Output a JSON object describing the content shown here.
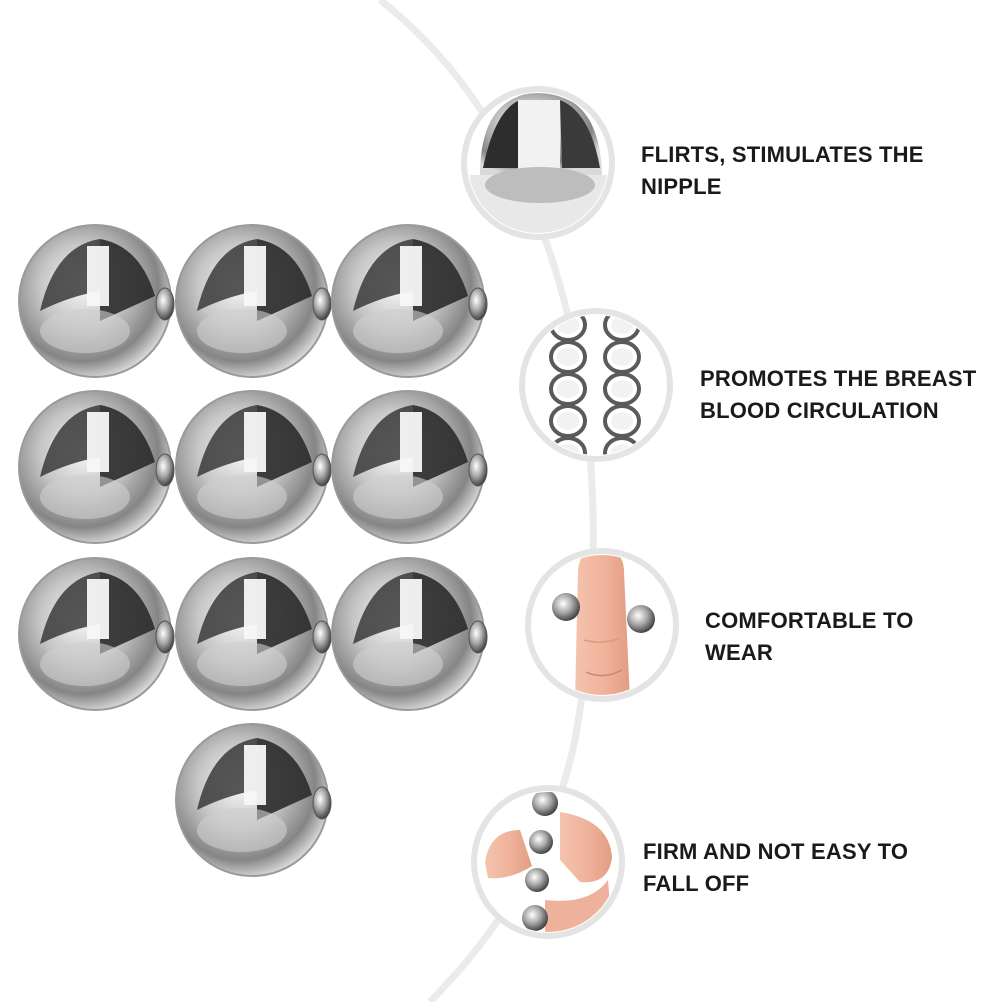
{
  "features": [
    {
      "id": "flirts",
      "icon": "metal-ball-closeup-icon",
      "lines": [
        "FLIRTS, STIMULATES THE",
        "NIPPLE"
      ]
    },
    {
      "id": "circulation",
      "icon": "bead-chain-icon",
      "lines": [
        "PROMOTES THE BREAST",
        "BLOOD CIRCULATION"
      ]
    },
    {
      "id": "comfortable",
      "icon": "finger-clamp-icon",
      "lines": [
        "COMFORTABLE TO",
        "WEAR"
      ]
    },
    {
      "id": "firm",
      "icon": "pinched-ring-icon",
      "lines": [
        "FIRM AND NOT EASY TO",
        "FALL OFF"
      ]
    }
  ],
  "colors": {
    "background": "#ffffff",
    "text": "#1a1a1a",
    "curve": "#e9e9e9",
    "metal_dark": "#2a2a2a",
    "metal_mid": "#8c8c8c",
    "metal_light": "#f4f4f4",
    "skin": "#f1b9a2"
  }
}
